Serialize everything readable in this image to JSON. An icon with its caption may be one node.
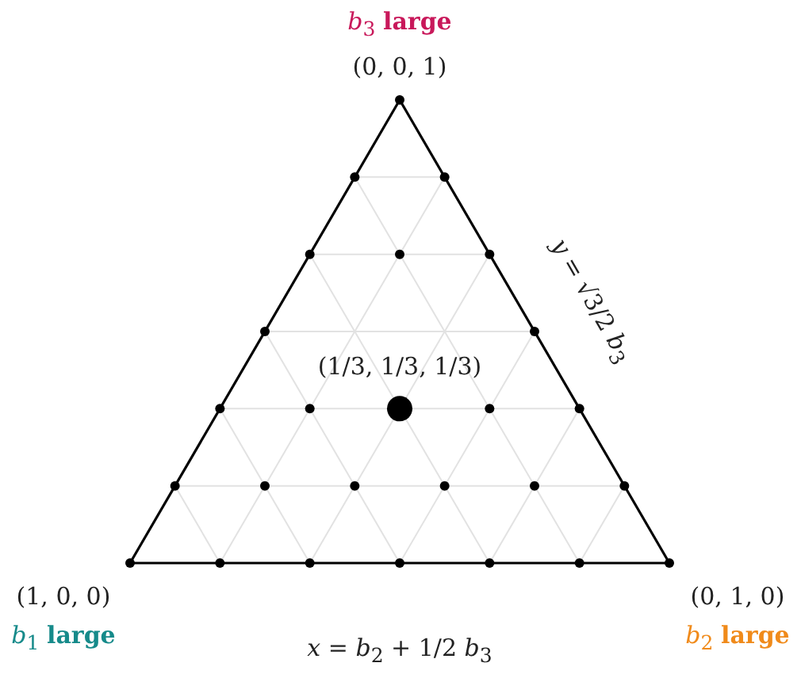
{
  "diagram": {
    "labels": [
      "*b*$_{3}$ **large**",
      "(0, 0, 1)",
      "*y* = √3/2 *b*$_{3}$",
      "(1/3, 1/3, 1/3)",
      "(1, 0, 0)",
      "(0, 1, 0)",
      "*b*$_{1}$ **large**",
      "*b*$_{2}$ **large**",
      "*x* = *b*$_{2}$ + 1/2 *b*$_{3}$"
    ]
  }
}
